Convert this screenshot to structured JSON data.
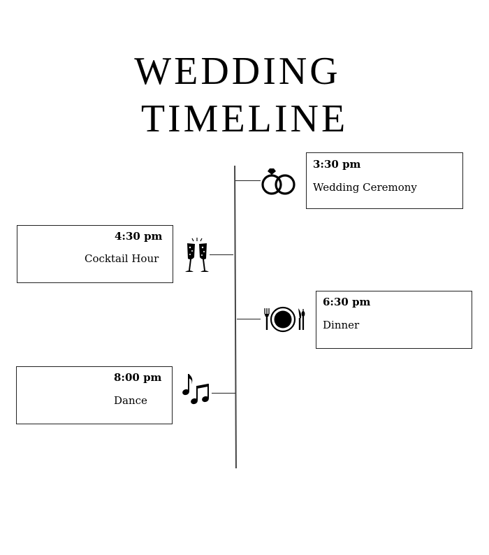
{
  "title": {
    "line1": "WEDDING",
    "line2": "TIMELINE"
  },
  "events": [
    {
      "time": "3:30 pm",
      "name": "Wedding Ceremony",
      "icon": "rings-icon",
      "side": "right"
    },
    {
      "time": "4:30 pm",
      "name": "Cocktail Hour",
      "icon": "champagne-glasses-icon",
      "side": "left"
    },
    {
      "time": "6:30 pm",
      "name": "Dinner",
      "icon": "plate-fork-knife-icon",
      "side": "right"
    },
    {
      "time": "8:00 pm",
      "name": "Dance",
      "icon": "music-notes-icon",
      "side": "left"
    }
  ],
  "colors": {
    "ink": "#000000",
    "line": "#444444"
  }
}
